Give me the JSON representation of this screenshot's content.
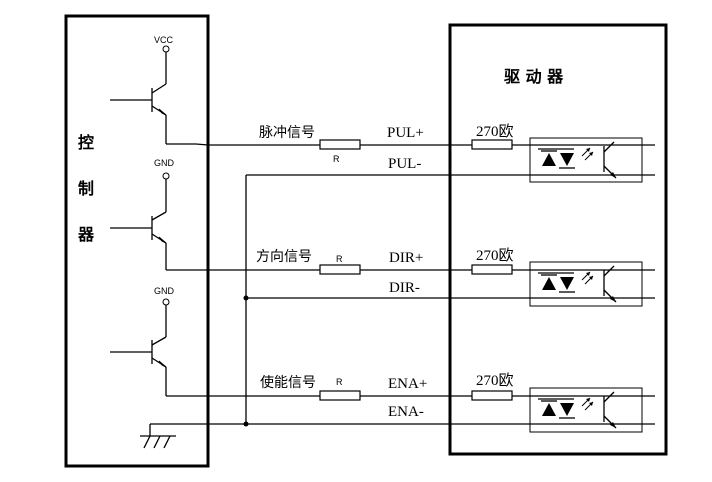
{
  "controller": {
    "label_chars": [
      "控",
      "制",
      "器"
    ]
  },
  "driver": {
    "title": "驱 动 器"
  },
  "transistors": [
    {
      "supply_label": "VCC"
    },
    {
      "supply_label": "GND"
    },
    {
      "supply_label": "GND"
    }
  ],
  "channels": [
    {
      "signal_label": "脉冲信号",
      "resistor_label": "R",
      "plus_label": "PUL+",
      "minus_label": "PUL-",
      "driver_resistor_label": "270欧"
    },
    {
      "signal_label": "方向信号",
      "resistor_label": "R",
      "plus_label": "DIR+",
      "minus_label": "DIR-",
      "driver_resistor_label": "270欧"
    },
    {
      "signal_label": "使能信号",
      "resistor_label": "R",
      "plus_label": "ENA+",
      "minus_label": "ENA-",
      "driver_resistor_label": "270欧"
    }
  ]
}
